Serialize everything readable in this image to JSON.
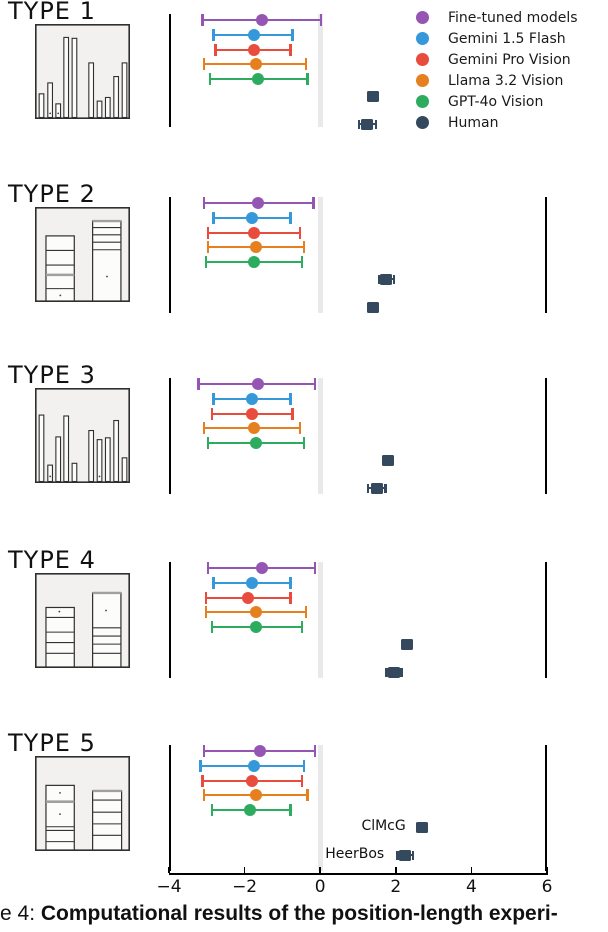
{
  "figure": {
    "caption_prefix": "e 4: ",
    "caption_bold": "Computational results of the position-length experi-"
  },
  "colors": {
    "purple": "#9455b3",
    "blue": "#3498db",
    "red": "#e74c3c",
    "orange": "#e6801f",
    "green": "#2dab5f",
    "navy": "#34495e",
    "zero_band": "#e9e9e9",
    "spine": "#000000",
    "thumb_bg": "#f2f1ef",
    "thumb_border": "#2f2f2f",
    "thumb_gray": "#a0a0a0"
  },
  "legend": {
    "position": "top-right",
    "entries": [
      {
        "label": "Fine-tuned models",
        "color": "purple"
      },
      {
        "label": "Gemini 1.5 Flash",
        "color": "blue"
      },
      {
        "label": "Gemini Pro Vision",
        "color": "red"
      },
      {
        "label": "Llama 3.2 Vision",
        "color": "orange"
      },
      {
        "label": "GPT-4o Vision",
        "color": "green"
      },
      {
        "label": "Human",
        "color": "navy"
      }
    ]
  },
  "axis": {
    "range": [
      -4,
      6
    ],
    "ticks": [
      -4,
      -2,
      0,
      2,
      4,
      6
    ],
    "tick_labels": [
      "−4",
      "−2",
      "0",
      "2",
      "4",
      "6"
    ],
    "zero_reference_line": 0
  },
  "chart_data": [
    {
      "type": "scatter",
      "title": "TYPE 1",
      "x_range": [
        -4,
        6
      ],
      "series": [
        {
          "name": "Fine-tuned models",
          "color": "purple",
          "marker": "circle",
          "mean": -1.55,
          "lo": -3.15,
          "hi": 0.05
        },
        {
          "name": "Gemini 1.5 Flash",
          "color": "blue",
          "marker": "circle",
          "mean": -1.75,
          "lo": -2.85,
          "hi": -0.7
        },
        {
          "name": "Gemini Pro Vision",
          "color": "red",
          "marker": "circle",
          "mean": -1.75,
          "lo": -2.8,
          "hi": -0.75
        },
        {
          "name": "Llama 3.2 Vision",
          "color": "orange",
          "marker": "circle",
          "mean": -1.7,
          "lo": -3.1,
          "hi": -0.35
        },
        {
          "name": "GPT-4o Vision",
          "color": "green",
          "marker": "circle",
          "mean": -1.65,
          "lo": -2.95,
          "hi": -0.3
        },
        {
          "name": "ClMcG",
          "color": "navy",
          "marker": "square",
          "mean": 1.4,
          "lo": 1.28,
          "hi": 1.52
        },
        {
          "name": "HeerBos",
          "color": "navy",
          "marker": "square",
          "mean": 1.25,
          "lo": 1.0,
          "hi": 1.5
        }
      ],
      "thumbnail": {
        "kind": "bars",
        "bar_w": 4.9,
        "bars": [
          {
            "x": 2.8,
            "h": 0.26
          },
          {
            "x": 11.9,
            "h": 0.38
          },
          {
            "x": 20.4,
            "h": 0.15
          },
          {
            "x": 28.8,
            "h": 0.88
          },
          {
            "x": 37.5,
            "h": 0.87
          },
          {
            "x": 55.1,
            "h": 0.6
          },
          {
            "x": 63.9,
            "h": 0.18
          },
          {
            "x": 72.6,
            "h": 0.22
          },
          {
            "x": 81.4,
            "h": 0.45
          },
          {
            "x": 90.2,
            "h": 0.6
          }
        ],
        "dots": [
          {
            "x": 14.4,
            "y": 0.95
          },
          {
            "x": 22.9,
            "y": 0.95
          }
        ]
      }
    },
    {
      "type": "scatter",
      "title": "TYPE 2",
      "x_range": [
        -4,
        6
      ],
      "series": [
        {
          "name": "Fine-tuned models",
          "color": "purple",
          "marker": "circle",
          "mean": -1.65,
          "lo": -3.1,
          "hi": -0.15
        },
        {
          "name": "Gemini 1.5 Flash",
          "color": "blue",
          "marker": "circle",
          "mean": -1.8,
          "lo": -2.85,
          "hi": -0.75
        },
        {
          "name": "Gemini Pro Vision",
          "color": "red",
          "marker": "circle",
          "mean": -1.75,
          "lo": -3.0,
          "hi": -0.5
        },
        {
          "name": "Llama 3.2 Vision",
          "color": "orange",
          "marker": "circle",
          "mean": -1.7,
          "lo": -3.0,
          "hi": -0.4
        },
        {
          "name": "GPT-4o Vision",
          "color": "green",
          "marker": "circle",
          "mean": -1.75,
          "lo": -3.05,
          "hi": -0.45
        },
        {
          "name": "ClMcG",
          "color": "navy",
          "marker": "square",
          "mean": 1.75,
          "lo": 1.52,
          "hi": 1.98
        },
        {
          "name": "HeerBos",
          "color": "navy",
          "marker": "square",
          "mean": 1.4,
          "lo": 1.26,
          "hi": 1.54
        }
      ],
      "thumbnail": {
        "kind": "stacked",
        "bars": [
          {
            "x": 10.5,
            "w": 29.8,
            "top": 0.3,
            "dividers": [
              {
                "y": 0.456
              },
              {
                "y": 0.614
              },
              {
                "y": 0.719,
                "thick": true
              },
              {
                "y": 0.867
              }
            ],
            "dots": [
              {
                "x": 25.6,
                "y": 0.94
              }
            ]
          },
          {
            "x": 59.6,
            "w": 29.8,
            "top": 0.14,
            "gray_top": true,
            "dividers": [
              {
                "y": 0.21
              },
              {
                "y": 0.288
              },
              {
                "y": 0.368
              },
              {
                "y": 0.449
              }
            ],
            "dots": [
              {
                "x": 74.7,
                "y": 0.737
              }
            ]
          }
        ]
      }
    },
    {
      "type": "scatter",
      "title": "TYPE 3",
      "x_range": [
        -4,
        6
      ],
      "series": [
        {
          "name": "Fine-tuned models",
          "color": "purple",
          "marker": "circle",
          "mean": -1.65,
          "lo": -3.25,
          "hi": -0.1
        },
        {
          "name": "Gemini 1.5 Flash",
          "color": "blue",
          "marker": "circle",
          "mean": -1.8,
          "lo": -2.85,
          "hi": -0.75
        },
        {
          "name": "Gemini Pro Vision",
          "color": "red",
          "marker": "circle",
          "mean": -1.8,
          "lo": -2.9,
          "hi": -0.7
        },
        {
          "name": "Llama 3.2 Vision",
          "color": "orange",
          "marker": "circle",
          "mean": -1.75,
          "lo": -3.1,
          "hi": -0.5
        },
        {
          "name": "GPT-4o Vision",
          "color": "green",
          "marker": "circle",
          "mean": -1.7,
          "lo": -3.0,
          "hi": -0.4
        },
        {
          "name": "ClMcG",
          "color": "navy",
          "marker": "square",
          "mean": 1.8,
          "lo": 1.65,
          "hi": 1.95
        },
        {
          "name": "HeerBos",
          "color": "navy",
          "marker": "square",
          "mean": 1.5,
          "lo": 1.24,
          "hi": 1.76
        }
      ],
      "thumbnail": {
        "kind": "bars",
        "bar_w": 4.9,
        "bars": [
          {
            "x": 2.8,
            "h": 0.73
          },
          {
            "x": 11.9,
            "h": 0.18
          },
          {
            "x": 20.4,
            "h": 0.49
          },
          {
            "x": 28.8,
            "h": 0.72
          },
          {
            "x": 37.5,
            "h": 0.2
          },
          {
            "x": 55.1,
            "h": 0.56
          },
          {
            "x": 63.9,
            "h": 0.46
          },
          {
            "x": 72.6,
            "h": 0.48
          },
          {
            "x": 81.4,
            "h": 0.67
          },
          {
            "x": 90.2,
            "h": 0.26
          }
        ],
        "dots": [
          {
            "x": 14.4,
            "y": 0.94
          },
          {
            "x": 66.3,
            "y": 0.94
          }
        ]
      }
    },
    {
      "type": "scatter",
      "title": "TYPE 4",
      "x_range": [
        -4,
        6
      ],
      "series": [
        {
          "name": "Fine-tuned models",
          "color": "purple",
          "marker": "circle",
          "mean": -1.55,
          "lo": -3.0,
          "hi": -0.1
        },
        {
          "name": "Gemini 1.5 Flash",
          "color": "blue",
          "marker": "circle",
          "mean": -1.8,
          "lo": -2.85,
          "hi": -0.75
        },
        {
          "name": "Gemini Pro Vision",
          "color": "red",
          "marker": "circle",
          "mean": -1.9,
          "lo": -3.05,
          "hi": -0.75
        },
        {
          "name": "Llama 3.2 Vision",
          "color": "orange",
          "marker": "circle",
          "mean": -1.7,
          "lo": -3.05,
          "hi": -0.35
        },
        {
          "name": "GPT-4o Vision",
          "color": "green",
          "marker": "circle",
          "mean": -1.7,
          "lo": -2.9,
          "hi": -0.45
        },
        {
          "name": "ClMcG",
          "color": "navy",
          "marker": "square",
          "mean": 2.3,
          "lo": 2.18,
          "hi": 2.42
        },
        {
          "name": "HeerBos",
          "color": "navy",
          "marker": "square",
          "mean": 1.95,
          "lo": 1.72,
          "hi": 2.18
        }
      ],
      "thumbnail": {
        "kind": "stacked",
        "bars": [
          {
            "x": 10.5,
            "w": 29.8,
            "top": 0.36,
            "dividers": [
              {
                "y": 0.467
              },
              {
                "y": 0.625
              },
              {
                "y": 0.737
              },
              {
                "y": 0.853
              }
            ],
            "dots": [
              {
                "x": 24.6,
                "y": 0.404
              }
            ]
          },
          {
            "x": 59.6,
            "w": 29.8,
            "top": 0.204,
            "gray_top": true,
            "dividers": [
              {
                "y": 0.579
              },
              {
                "y": 0.667
              },
              {
                "y": 0.754
              },
              {
                "y": 0.853
              }
            ],
            "dots": [
              {
                "x": 73.7,
                "y": 0.393
              }
            ]
          }
        ]
      }
    },
    {
      "type": "scatter",
      "title": "TYPE 5",
      "x_range": [
        -4,
        6
      ],
      "series": [
        {
          "name": "Fine-tuned models",
          "color": "purple",
          "marker": "circle",
          "mean": -1.6,
          "lo": -3.1,
          "hi": -0.1
        },
        {
          "name": "Gemini 1.5 Flash",
          "color": "blue",
          "marker": "circle",
          "mean": -1.75,
          "lo": -3.2,
          "hi": -0.4
        },
        {
          "name": "Gemini Pro Vision",
          "color": "red",
          "marker": "circle",
          "mean": -1.8,
          "lo": -3.15,
          "hi": -0.45
        },
        {
          "name": "Llama 3.2 Vision",
          "color": "orange",
          "marker": "circle",
          "mean": -1.7,
          "lo": -3.1,
          "hi": -0.3
        },
        {
          "name": "GPT-4o Vision",
          "color": "green",
          "marker": "circle",
          "mean": -1.85,
          "lo": -2.9,
          "hi": -0.75
        },
        {
          "name": "ClMcG",
          "color": "navy",
          "marker": "square",
          "mean": 2.7,
          "lo": 2.58,
          "hi": 2.82,
          "show_label": true
        },
        {
          "name": "HeerBos",
          "color": "navy",
          "marker": "square",
          "mean": 2.25,
          "lo": 2.01,
          "hi": 2.49,
          "show_label": true
        }
      ],
      "thumbnail": {
        "kind": "stacked",
        "bars": [
          {
            "x": 10.5,
            "w": 29.8,
            "top": 0.305,
            "dividers": [
              {
                "y": 0.48,
                "thick": true
              },
              {
                "y": 0.75
              },
              {
                "y": 0.79
              },
              {
                "y": 0.91
              }
            ],
            "dots": [
              {
                "x": 25.3,
                "y": 0.386
              },
              {
                "x": 25.3,
                "y": 0.614
              }
            ]
          },
          {
            "x": 59.6,
            "w": 30.5,
            "top": 0.365,
            "gray_top": true,
            "dividers": [
              {
                "y": 0.463
              },
              {
                "y": 0.593
              },
              {
                "y": 0.719
              },
              {
                "y": 0.842
              }
            ],
            "dots": []
          }
        ]
      }
    }
  ]
}
